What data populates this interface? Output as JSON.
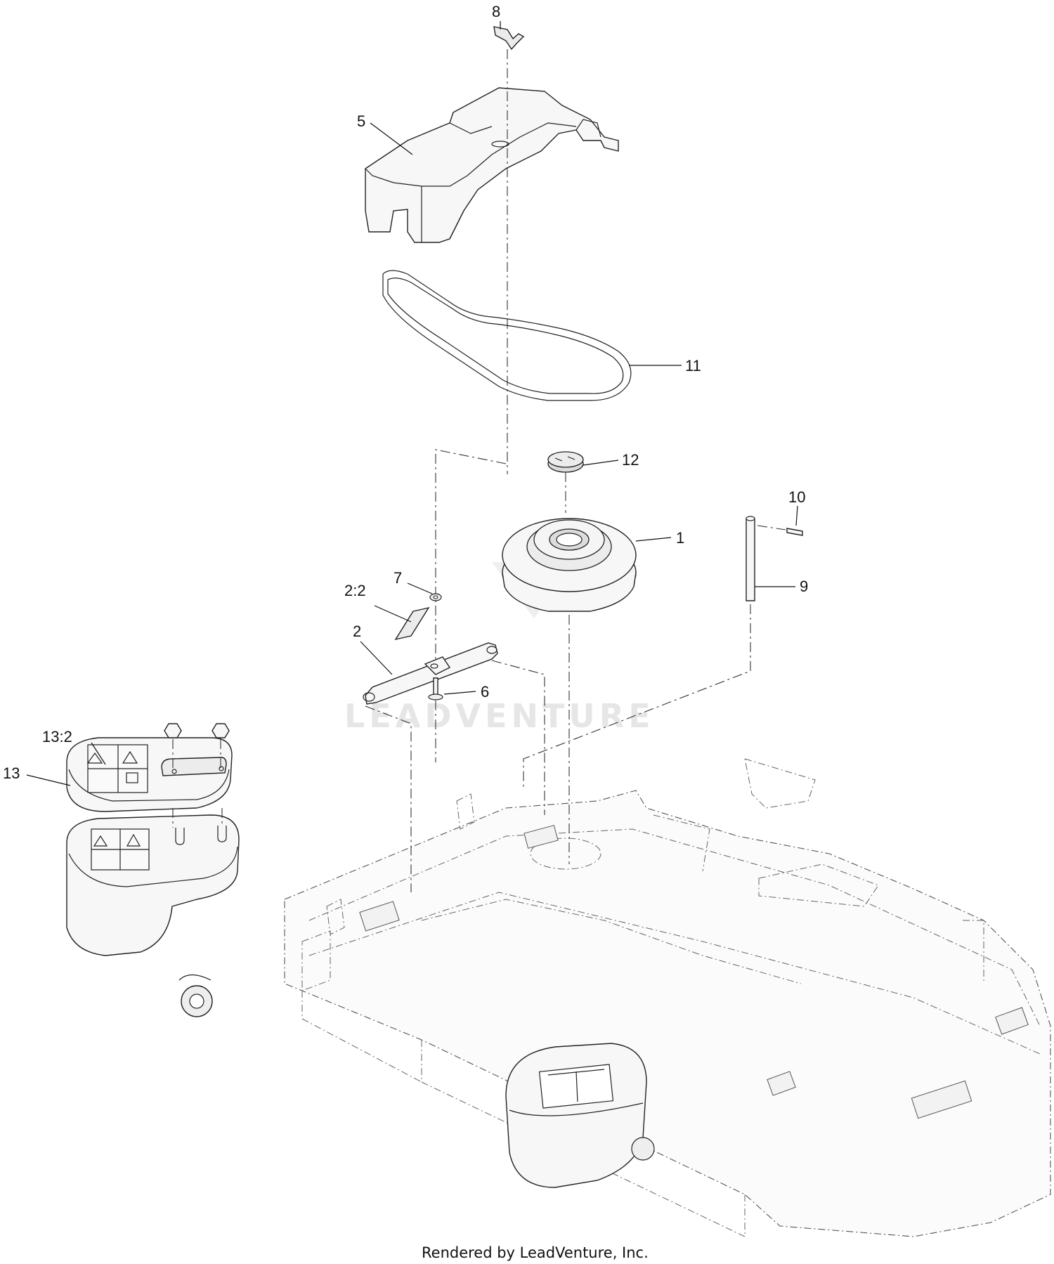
{
  "callouts": {
    "c1": "1",
    "c2": "2",
    "c2_2": "2:2",
    "c5": "5",
    "c6": "6",
    "c7": "7",
    "c8": "8",
    "c9": "9",
    "c10": "10",
    "c11": "11",
    "c12": "12",
    "c13": "13",
    "c13_2": "13:2"
  },
  "watermark": "LEADVENTURE",
  "footer": "Rendered by LeadVenture, Inc.",
  "colors": {
    "line": "#222222",
    "watermark": "#e6e6e6",
    "background": "#ffffff"
  }
}
